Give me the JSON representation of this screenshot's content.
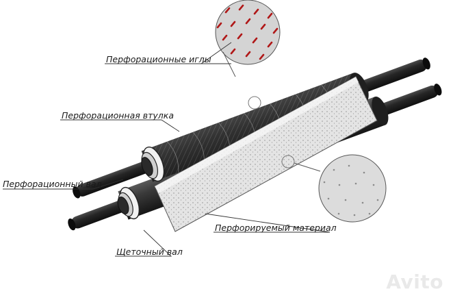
{
  "labels": {
    "needles": "Перфорационные иглы",
    "sleeve": "Перфорационная втулка",
    "perf_shaft": "Перфорационный вал",
    "material": "Перфорируемый материал",
    "brush_shaft": "Щеточный вал"
  },
  "watermark": "Avito",
  "colors": {
    "background": "#ffffff",
    "roller": "#2b2b2b",
    "shaft": "#1c1c1c",
    "material": "#e2e2e2",
    "needle": "#b01818",
    "leader": "#333333"
  }
}
